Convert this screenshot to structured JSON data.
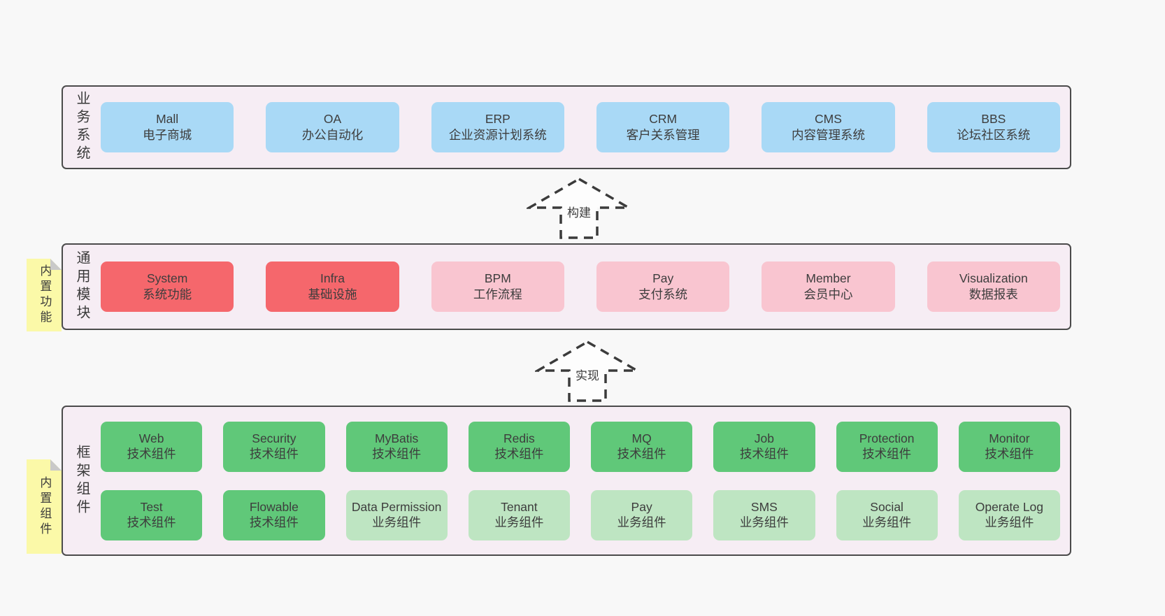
{
  "colors": {
    "background": "#f8f8f8",
    "layer_background": "#f6edf4",
    "layer_border": "#4b4b4b",
    "blue_box": "#a9d9f6",
    "red_box": "#f5676c",
    "pink_box": "#f9c5d0",
    "green_box": "#60c879",
    "light_green_box": "#bee5c2",
    "note_yellow": "#fbf9a8",
    "note_fold_gray": "#c9c9c9",
    "text": "#3d3d3d"
  },
  "arrows": [
    {
      "label": "构建"
    },
    {
      "label": "实现"
    }
  ],
  "layers": [
    {
      "label": "业务系统",
      "rows": [
        [
          {
            "title": "Mall",
            "subtitle": "电子商城"
          },
          {
            "title": "OA",
            "subtitle": "办公自动化"
          },
          {
            "title": "ERP",
            "subtitle": "企业资源计划系统"
          },
          {
            "title": "CRM",
            "subtitle": "客户关系管理"
          },
          {
            "title": "CMS",
            "subtitle": "内容管理系统"
          },
          {
            "title": "BBS",
            "subtitle": "论坛社区系统"
          }
        ]
      ]
    },
    {
      "label": "通用模块",
      "note": "内置功能",
      "rows": [
        [
          {
            "title": "System",
            "subtitle": "系统功能"
          },
          {
            "title": "Infra",
            "subtitle": "基础设施"
          },
          {
            "title": "BPM",
            "subtitle": "工作流程"
          },
          {
            "title": "Pay",
            "subtitle": "支付系统"
          },
          {
            "title": "Member",
            "subtitle": "会员中心"
          },
          {
            "title": "Visualization",
            "subtitle": "数据报表"
          }
        ]
      ]
    },
    {
      "label": "框架组件",
      "note": "内置组件",
      "rows": [
        [
          {
            "title": "Web",
            "subtitle": "技术组件"
          },
          {
            "title": "Security",
            "subtitle": "技术组件"
          },
          {
            "title": "MyBatis",
            "subtitle": "技术组件"
          },
          {
            "title": "Redis",
            "subtitle": "技术组件"
          },
          {
            "title": "MQ",
            "subtitle": "技术组件"
          },
          {
            "title": "Job",
            "subtitle": "技术组件"
          },
          {
            "title": "Protection",
            "subtitle": "技术组件"
          },
          {
            "title": "Monitor",
            "subtitle": "技术组件"
          }
        ],
        [
          {
            "title": "Test",
            "subtitle": "技术组件"
          },
          {
            "title": "Flowable",
            "subtitle": "技术组件"
          },
          {
            "title": "Data Permission",
            "subtitle": "业务组件"
          },
          {
            "title": "Tenant",
            "subtitle": "业务组件"
          },
          {
            "title": "Pay",
            "subtitle": "业务组件"
          },
          {
            "title": "SMS",
            "subtitle": "业务组件"
          },
          {
            "title": "Social",
            "subtitle": "业务组件"
          },
          {
            "title": "Operate Log",
            "subtitle": "业务组件"
          }
        ]
      ]
    }
  ]
}
